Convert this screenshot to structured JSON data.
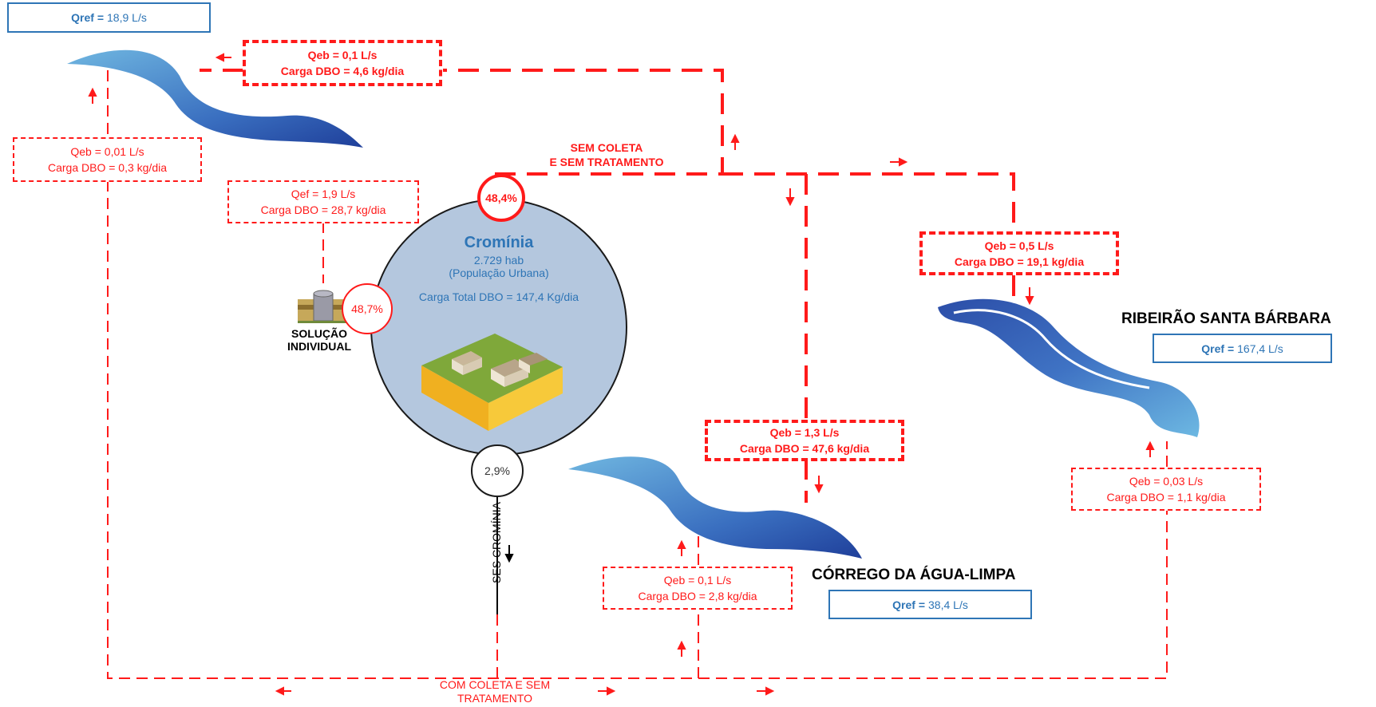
{
  "colors": {
    "red": "#ff1a1a",
    "blue": "#2e75b6",
    "city_circle": "#b4c7de"
  },
  "qref_top": {
    "label": "Qref =",
    "value": "18,9 L/s"
  },
  "qref_santa_barbara": {
    "label": "Qref =",
    "value": "167,4 L/s"
  },
  "qref_agua_limpa": {
    "label": "Qref =",
    "value": "38,4 L/s"
  },
  "box_top_main": {
    "line1": "Qeb = 0,1 L/s",
    "line2": "Carga DBO = 4,6 kg/dia"
  },
  "box_left_small": {
    "line1": "Qeb = 0,01 L/s",
    "line2": "Carga DBO = 0,3 kg/dia"
  },
  "box_qef": {
    "line1": "Qef = 1,9 L/s",
    "line2": "Carga DBO = 28,7 kg/dia"
  },
  "box_santa_barbara_main": {
    "line1": "Qeb = 0,5 L/s",
    "line2": "Carga DBO = 19,1 kg/dia"
  },
  "box_agua_limpa_main": {
    "line1": "Qeb = 1,3 L/s",
    "line2": "Carga DBO = 47,6 kg/dia"
  },
  "box_agua_limpa_small": {
    "line1": "Qeb = 0,1 L/s",
    "line2": "Carga DBO = 2,8 kg/dia"
  },
  "box_santa_barbara_small": {
    "line1": "Qeb = 0,03 L/s",
    "line2": "Carga DBO = 1,1 kg/dia"
  },
  "sem_coleta_label": {
    "line1": "SEM COLETA",
    "line2": "E SEM TRATAMENTO"
  },
  "com_coleta_label": {
    "line1": "COM COLETA E SEM",
    "line2": "TRATAMENTO"
  },
  "city": {
    "name": "Cromínia",
    "population": "2.729 hab",
    "population_type": "(População Urbana)",
    "load": "Carga Total DBO = 147,4 Kg/dia"
  },
  "pct_sem_coleta": "48,4%",
  "pct_individual": "48,7%",
  "pct_ses": "2,9%",
  "solucao_label": {
    "line1": "SOLUÇÃO",
    "line2": "INDIVIDUAL"
  },
  "ses_label": "SES CROMÍNIA",
  "river_santa_barbara": "RIBEIRÃO SANTA BÁRBARA",
  "river_agua_limpa": "CÓRREGO DA ÁGUA-LIMPA",
  "icons": [
    "river-icon",
    "septic-tank-icon",
    "village-icon",
    "arrow-icon"
  ]
}
